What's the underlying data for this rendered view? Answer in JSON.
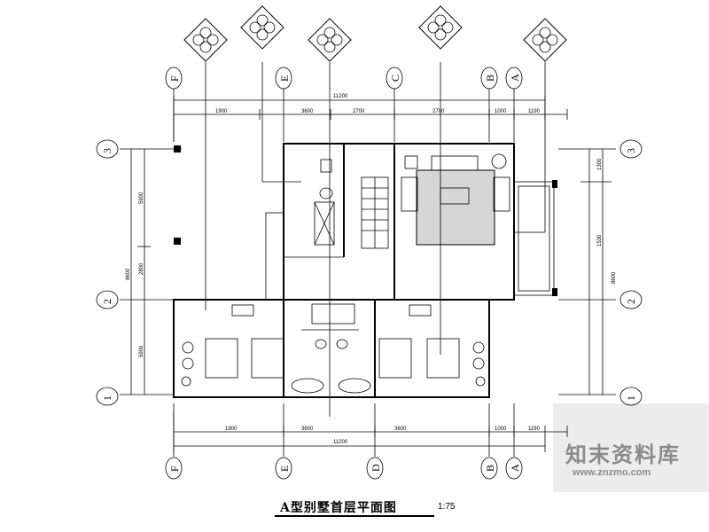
{
  "title": "A型别墅首层平面图",
  "scale": "1:75",
  "watermark": {
    "brand": "知末资料库",
    "url": "www.znzmo.com"
  },
  "axes_top": [
    "F",
    "E",
    "C",
    "B",
    "A"
  ],
  "axes_bottom": [
    "F",
    "E",
    "D",
    "B",
    "A"
  ],
  "axes_side": [
    "3",
    "2",
    "1"
  ],
  "dims": {
    "top_total": "11200",
    "top": [
      "1900",
      "3600",
      "2700",
      "2700",
      "1000",
      "1190"
    ],
    "bottom_total": "11200",
    "bottom": [
      "1900",
      "3600",
      "3600",
      "1000",
      "1190"
    ],
    "left": [
      "5900",
      "2800",
      "5900"
    ],
    "left_total": "8600",
    "right": [
      "1300",
      "1530"
    ],
    "right_total": "8600"
  }
}
